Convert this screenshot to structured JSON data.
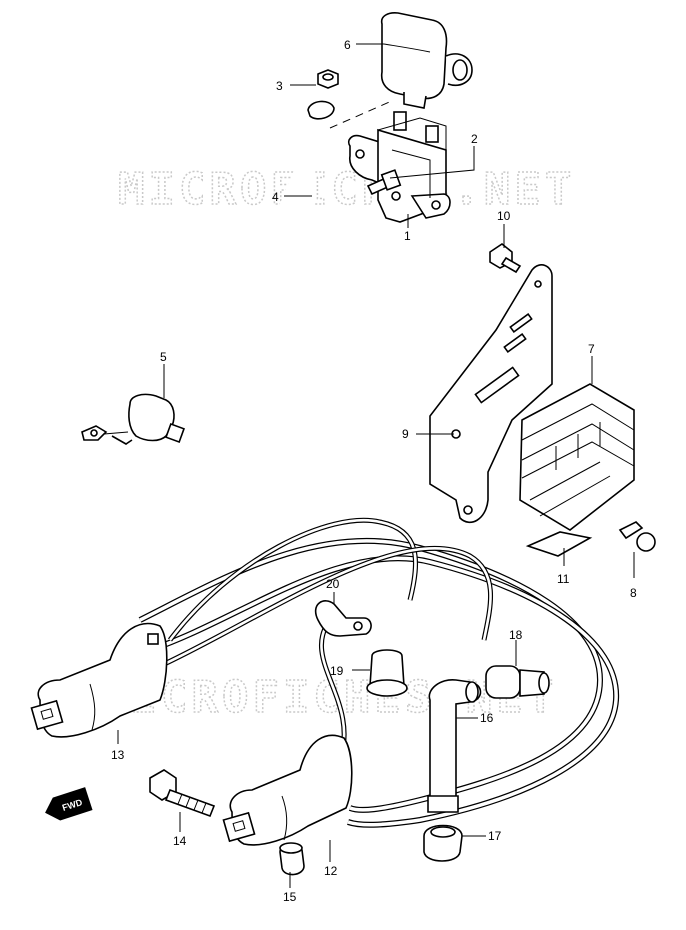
{
  "watermark": "MICROFICHES.NET",
  "fwd_badge": "FWD",
  "callouts": [
    "1",
    "2",
    "3",
    "4",
    "5",
    "6",
    "7",
    "8",
    "9",
    "10",
    "11",
    "12",
    "13",
    "14",
    "15",
    "16",
    "17",
    "18",
    "19",
    "20"
  ]
}
